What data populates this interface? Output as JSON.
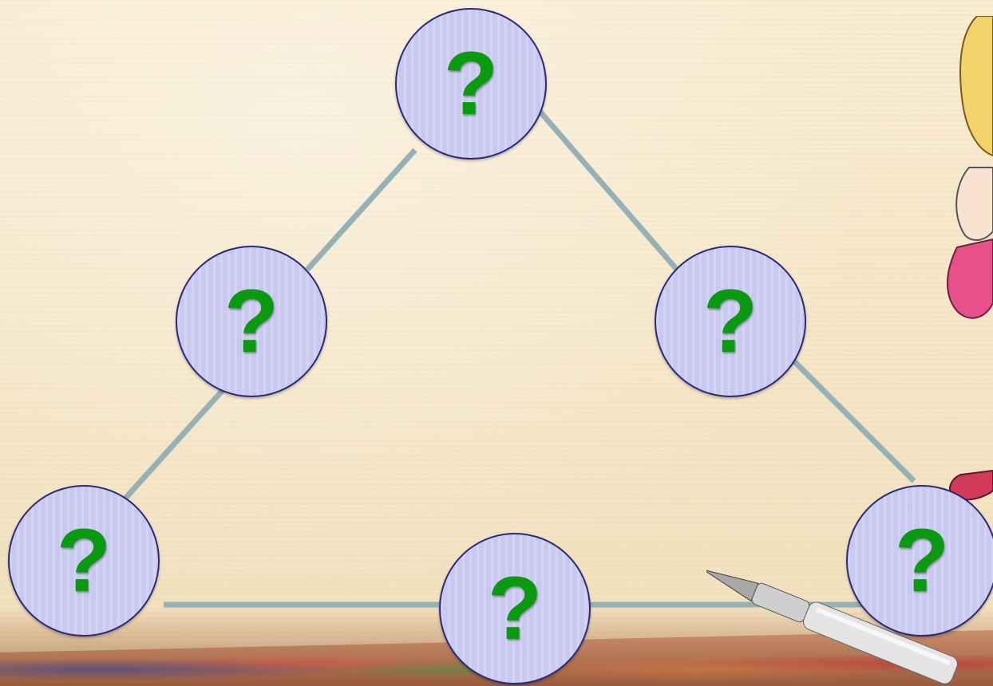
{
  "colors": {
    "node_fill": "#c9c9f0",
    "node_border": "#2a2a7a",
    "question_mark": "#0a9a10",
    "connector": "#95b1b6"
  },
  "nodes": [
    {
      "id": "top",
      "label": "?"
    },
    {
      "id": "mid-left",
      "label": "?"
    },
    {
      "id": "mid-right",
      "label": "?"
    },
    {
      "id": "bottom-left",
      "label": "?"
    },
    {
      "id": "bottom-center",
      "label": "?"
    },
    {
      "id": "bottom-right",
      "label": "?"
    }
  ],
  "decorations": [
    "cartoon-girl-image",
    "fountain-pen-image",
    "paint-palette-image"
  ]
}
